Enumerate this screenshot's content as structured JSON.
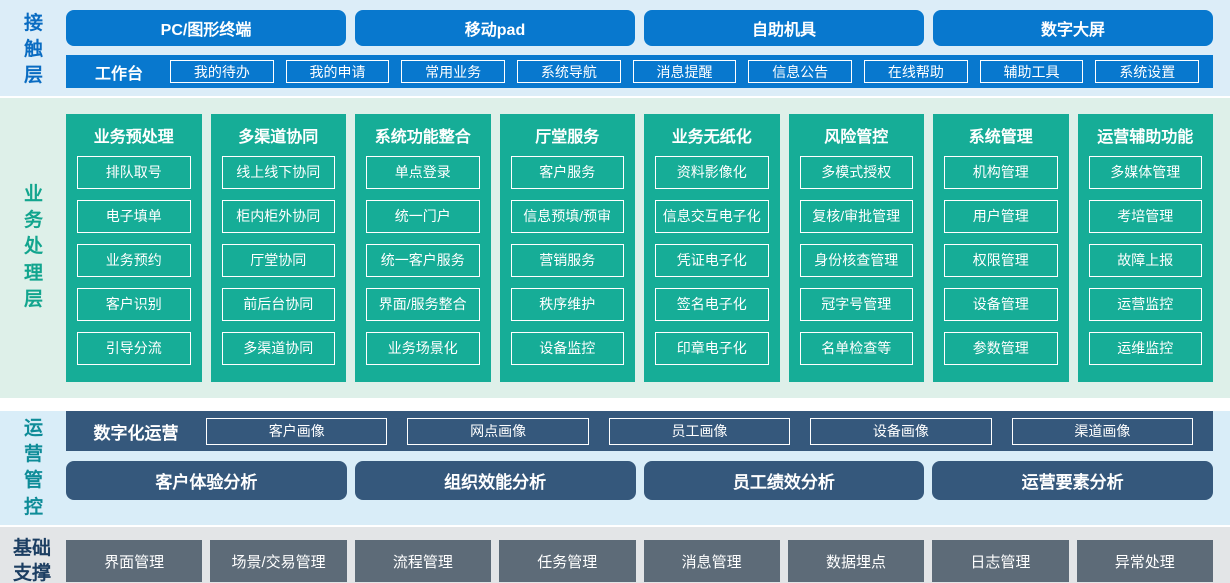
{
  "contact": {
    "label": "接触层",
    "terminals": [
      "PC/图形终端",
      "移动pad",
      "自助机具",
      "数字大屏"
    ],
    "workbench": {
      "label": "工作台",
      "items": [
        "我的待办",
        "我的申请",
        "常用业务",
        "系统导航",
        "消息提醒",
        "信息公告",
        "在线帮助",
        "辅助工具",
        "系统设置"
      ]
    }
  },
  "business": {
    "label": "业务处理层",
    "columns": [
      {
        "title": "业务预处理",
        "items": [
          "排队取号",
          "电子填单",
          "业务预约",
          "客户识别",
          "引导分流"
        ]
      },
      {
        "title": "多渠道协同",
        "items": [
          "线上线下协同",
          "柜内柜外协同",
          "厅堂协同",
          "前后台协同",
          "多渠道协同"
        ]
      },
      {
        "title": "系统功能整合",
        "items": [
          "单点登录",
          "统一门户",
          "统一客户服务",
          "界面/服务整合",
          "业务场景化"
        ]
      },
      {
        "title": "厅堂服务",
        "items": [
          "客户服务",
          "信息预填/预审",
          "营销服务",
          "秩序维护",
          "设备监控"
        ]
      },
      {
        "title": "业务无纸化",
        "items": [
          "资料影像化",
          "信息交互电子化",
          "凭证电子化",
          "签名电子化",
          "印章电子化"
        ]
      },
      {
        "title": "风险管控",
        "items": [
          "多模式授权",
          "复核/审批管理",
          "身份核查管理",
          "冠字号管理",
          "名单检查等"
        ]
      },
      {
        "title": "系统管理",
        "items": [
          "机构管理",
          "用户管理",
          "权限管理",
          "设备管理",
          "参数管理"
        ]
      },
      {
        "title": "运营辅助功能",
        "items": [
          "多媒体管理",
          "考培管理",
          "故障上报",
          "运营监控",
          "运维监控"
        ]
      }
    ]
  },
  "operations": {
    "label": "运营管控",
    "digital": {
      "label": "数字化运营",
      "items": [
        "客户画像",
        "网点画像",
        "员工画像",
        "设备画像",
        "渠道画像"
      ]
    },
    "analysis": [
      "客户体验分析",
      "组织效能分析",
      "员工绩效分析",
      "运营要素分析"
    ]
  },
  "foundation": {
    "label": "基础支撑",
    "items": [
      "界面管理",
      "场景/交易管理",
      "流程管理",
      "任务管理",
      "消息管理",
      "数据埋点",
      "日志管理",
      "异常处理"
    ]
  },
  "colors": {
    "blue": "#0878ce",
    "blue_label": "#0a6cc2",
    "light_blue_bg": "#dcedf8",
    "green": "#16ad97",
    "green_label": "#12a58e",
    "light_green_bg": "#def0e9",
    "teal_label": "#0e8c98",
    "navy": "#35587c",
    "navy_label": "#1c3e62",
    "gray": "#5d6b78",
    "light_gray_bg": "#e3e5e7"
  }
}
